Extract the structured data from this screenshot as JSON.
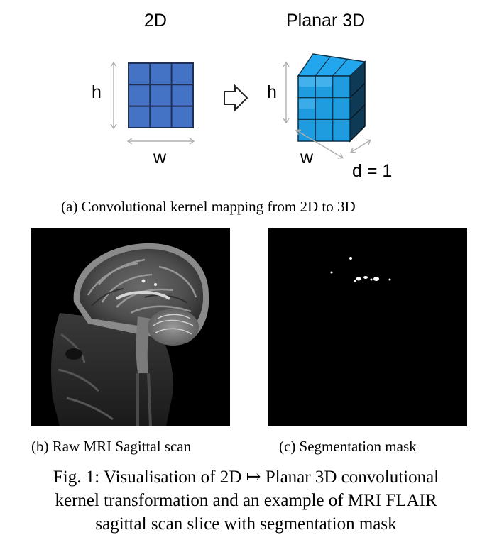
{
  "panel_a": {
    "title_2d": "2D",
    "title_planar": "Planar 3D",
    "label_h_left": "h",
    "label_w_left": "w",
    "label_h_right": "h",
    "label_w_right": "w",
    "label_d": "d = 1",
    "caption": "(a) Convolutional kernel mapping from 2D to 3D",
    "colors": {
      "kernel_2d": "#4472c4",
      "kernel_3d_front": "#1f9be0",
      "kernel_3d_side": "#0f3a55",
      "arrows": "#b0b0b0"
    }
  },
  "panel_b": {
    "caption": "(b) Raw MRI Sagittal scan"
  },
  "panel_c": {
    "caption": "(c) Segmentation mask"
  },
  "figure_caption": {
    "line1": "Fig. 1: Visualisation of 2D ↦ Planar 3D convolutional",
    "line2": "kernel transformation and an example of MRI FLAIR",
    "line3": "sagittal scan slice with segmentation mask"
  }
}
